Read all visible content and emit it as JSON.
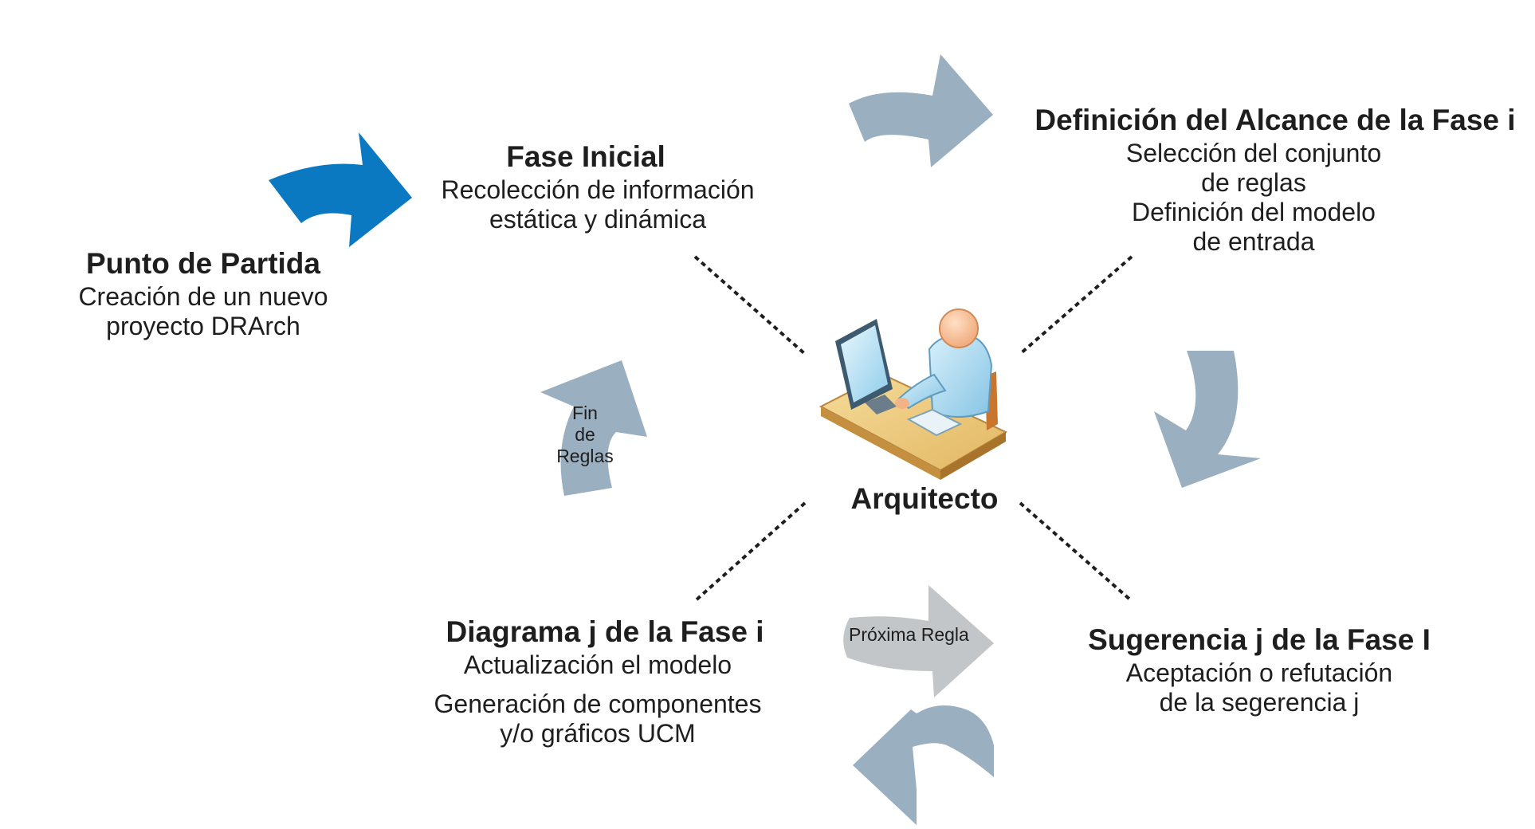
{
  "start": {
    "title": "Punto de Partida",
    "lines": [
      "Creación de un nuevo",
      "proyecto DRArch"
    ]
  },
  "initial_phase": {
    "title": "Fase Inicial",
    "lines": [
      "Recolección de información",
      "estática y dinámica"
    ]
  },
  "scope_definition": {
    "title": "Definición del Alcance de la Fase i",
    "lines": [
      "Selección del conjunto",
      "de reglas",
      "Definición del modelo",
      "de entrada"
    ]
  },
  "suggestion": {
    "title": "Sugerencia j de la Fase I",
    "lines": [
      "Aceptación o refutación",
      "de la segerencia j"
    ]
  },
  "diagram": {
    "title": "Diagrama j de la Fase i",
    "line1": "Actualización el modelo",
    "lines2": [
      "Generación de componentes",
      "y/o gráficos UCM"
    ]
  },
  "center": {
    "label": "Arquitecto",
    "icon": "architect-at-computer-icon"
  },
  "arrow_labels": {
    "end_rules": [
      "Fin",
      "de",
      "Reglas"
    ],
    "next_rule": "Próxima Regla"
  },
  "colors": {
    "blue_arrow": "#0a79c2",
    "grey_arrow": "#9aafc0",
    "light_arrow": "#c3c6c8",
    "text": "#1e1e1e",
    "dotted": "#1e1e1e"
  }
}
